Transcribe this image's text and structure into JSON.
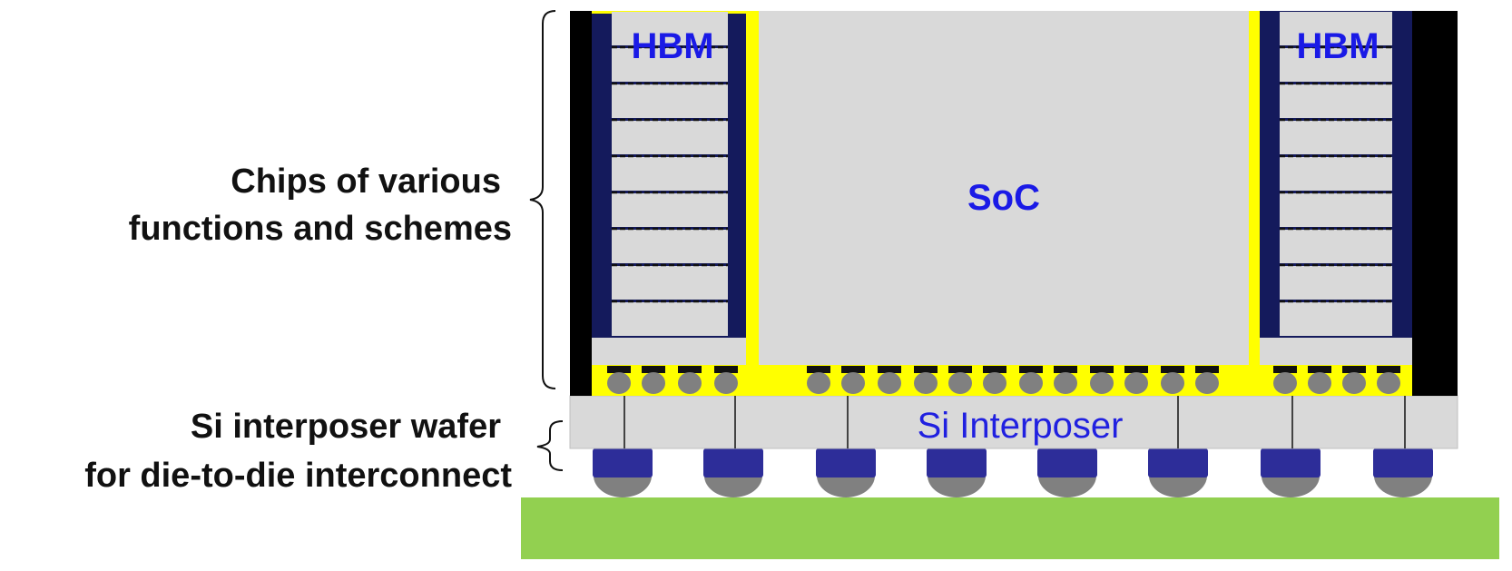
{
  "labels": {
    "chips_line1": "Chips of various",
    "chips_line2": "functions and schemes",
    "interposer_line1": "Si interposer wafer",
    "interposer_line2": "for die-to-die interconnect"
  },
  "chips": {
    "left_hbm": "HBM",
    "right_hbm": "HBM",
    "soc": "SoC"
  },
  "interposer": {
    "label": "Si Interposer"
  },
  "colors": {
    "chip_text": "#1a1ae6",
    "interposer_text": "#2020e0",
    "mold_black": "#000000",
    "hbm_navy": "#141a5c",
    "die_gray": "#d9d9d9",
    "underfill_yellow": "#ffff00",
    "substrate_green": "#92d050",
    "c4_navy": "#2d2d99",
    "c4_solder_gray": "#808080"
  },
  "icons": {
    "chips_bracket": "curly-brace-icon",
    "interposer_bracket": "curly-brace-icon"
  }
}
